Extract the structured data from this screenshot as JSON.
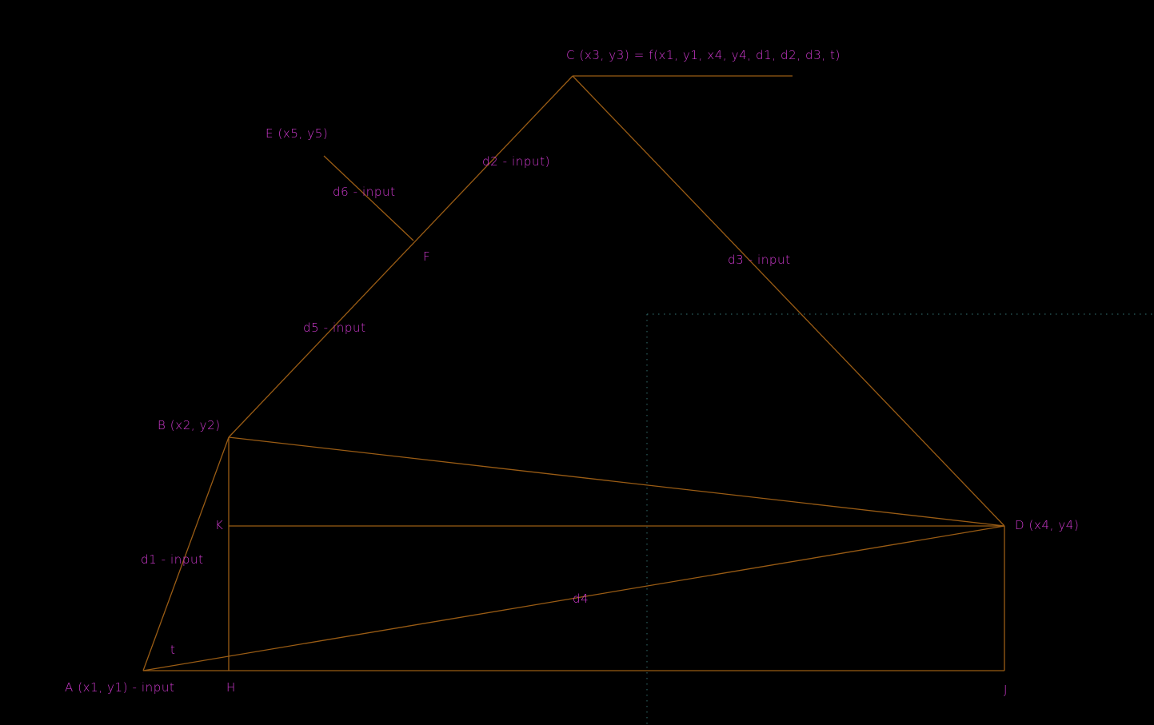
{
  "colors": {
    "background": "#000000",
    "line": "#9a5c14",
    "label": "#d13ad1",
    "guide": "#2b5f5f"
  },
  "labels": {
    "point_a": "A (x1, y1) - input",
    "point_b": "B (x2, y2)",
    "point_c": "C (x3, y3) = f(x1, y1, x4, y4, d1, d2, d3, t)",
    "point_d": "D (x4, y4)",
    "point_e": "E (x5, y5)",
    "point_f": "F",
    "point_h": "H",
    "point_j": "J",
    "point_k": "K",
    "angle_t": "t",
    "d1": "d1 - input",
    "d2": "d2 - input)",
    "d3": "d3 - input",
    "d4": "d4",
    "d5": "d5 - input",
    "d6": "d6 - input"
  }
}
